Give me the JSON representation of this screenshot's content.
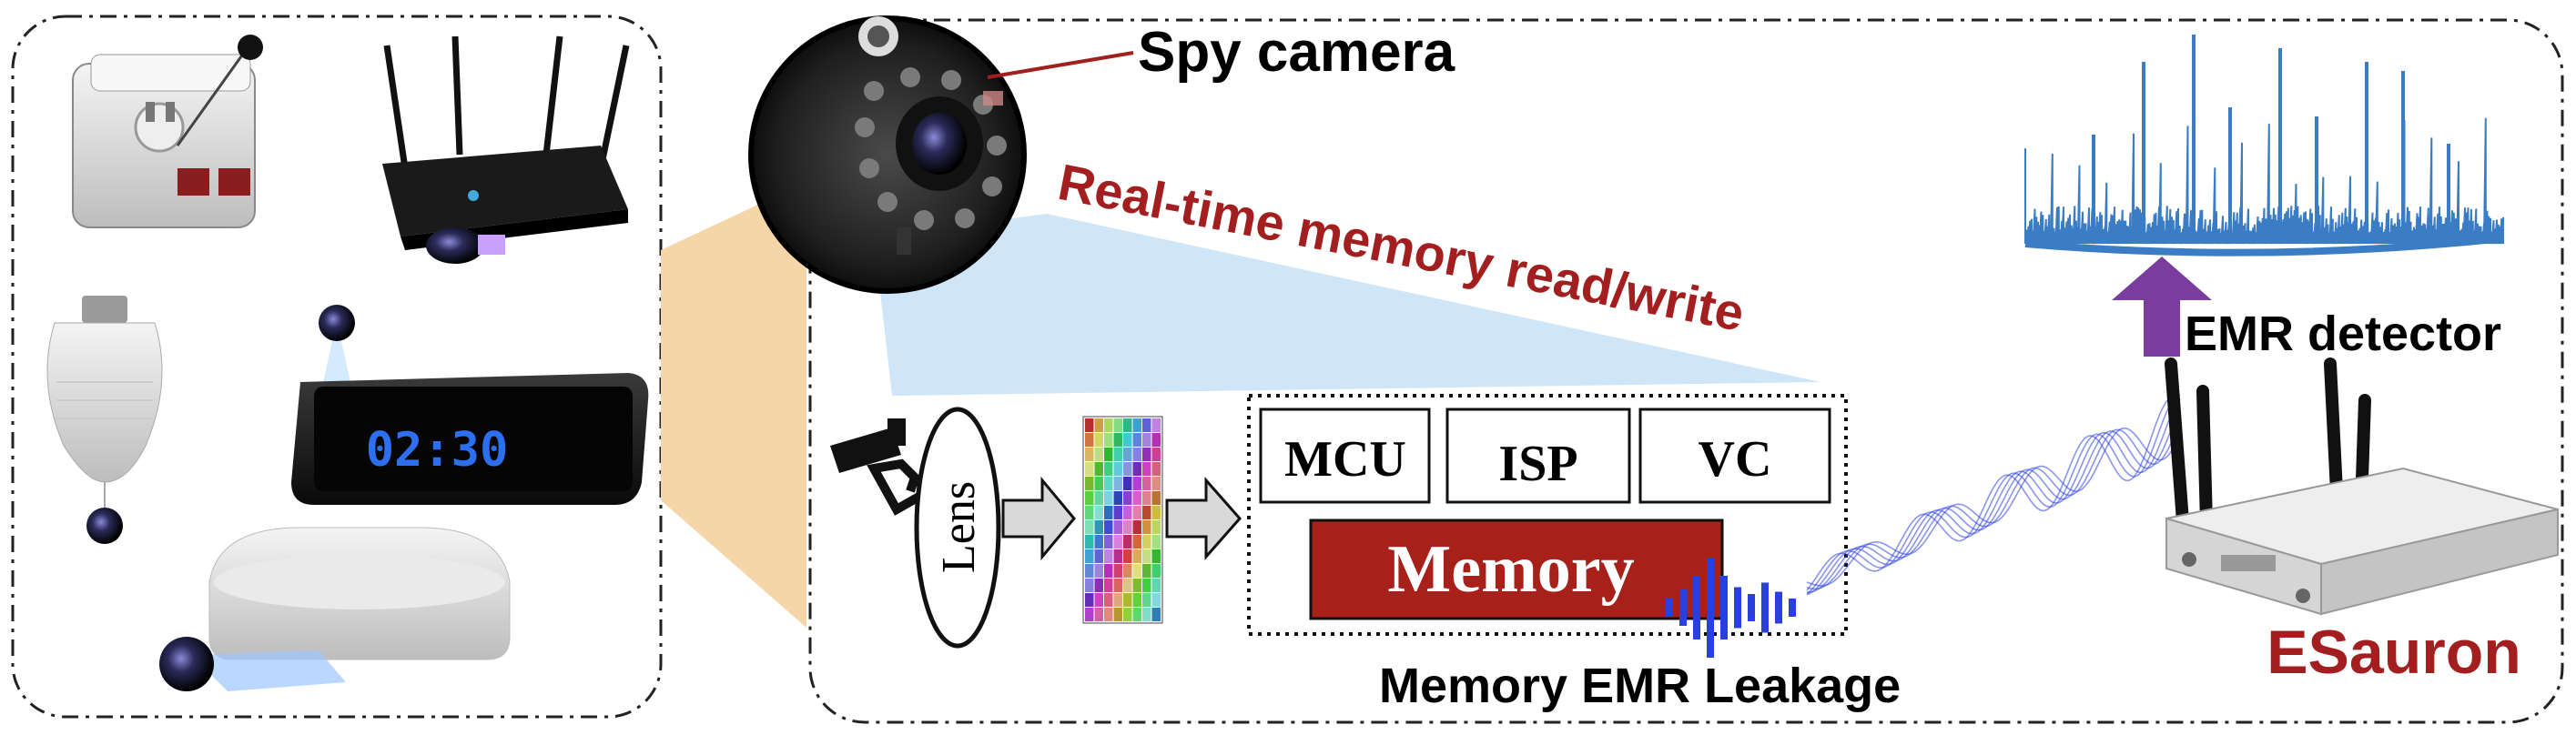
{
  "labels": {
    "spy_camera": "Spy camera",
    "realtime": "Real-time memory read/write",
    "emr_detector": "EMR detector",
    "lens": "Lens",
    "mcu": "MCU",
    "isp": "ISP",
    "vc": "VC",
    "memory": "Memory",
    "leakage": "Memory EMR Leakage",
    "esauron": "ESauron",
    "clock": "02:30"
  },
  "colors": {
    "dark_red": "#a31f1f",
    "memory_fill": "#a8201a",
    "beam": "#cfe6f8",
    "zoom": "#f6d6a8",
    "spectrum": "#3a7dc4",
    "arrow_up": "#7a3d9e",
    "wave": "#2a3fe0",
    "gray_arrow": "#d9d9d9"
  },
  "icons": [
    "power-adapter-camera",
    "router-camera",
    "bulb-camera",
    "alarm-clock-camera",
    "smoke-detector-camera",
    "cctv-icon",
    "pcb-camera",
    "sdr-device"
  ]
}
